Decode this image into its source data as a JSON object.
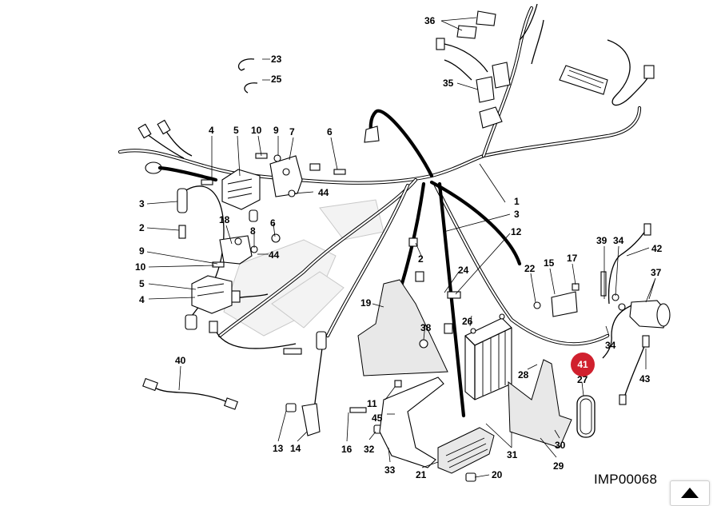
{
  "diagram": {
    "image_code": "IMP00068",
    "highlighted_callout": "41",
    "callouts": {
      "c1": "1",
      "c2a": "2",
      "c2b": "2",
      "c3a": "3",
      "c3b": "3",
      "c4a": "4",
      "c4b": "4",
      "c5a": "5",
      "c5b": "5",
      "c6a": "6",
      "c6b": "6",
      "c7": "7",
      "c8": "8",
      "c9a": "9",
      "c9b": "9",
      "c10a": "10",
      "c10b": "10",
      "c11": "11",
      "c12": "12",
      "c13": "13",
      "c14": "14",
      "c15": "15",
      "c16": "16",
      "c17": "17",
      "c18": "18",
      "c19": "19",
      "c20": "20",
      "c21": "21",
      "c22": "22",
      "c23": "23",
      "c24": "24",
      "c25": "25",
      "c26": "26",
      "c27": "27",
      "c28": "28",
      "c29": "29",
      "c30": "30",
      "c31": "31",
      "c32": "32",
      "c33": "33",
      "c34a": "34",
      "c34b": "34",
      "c35": "35",
      "c36": "36",
      "c37": "37",
      "c38": "38",
      "c39": "39",
      "c40": "40",
      "c42": "42",
      "c43": "43",
      "c44a": "44",
      "c44b": "44",
      "c45": "45"
    }
  },
  "controls": {
    "scroll_top_icon": "up-arrow-icon"
  }
}
